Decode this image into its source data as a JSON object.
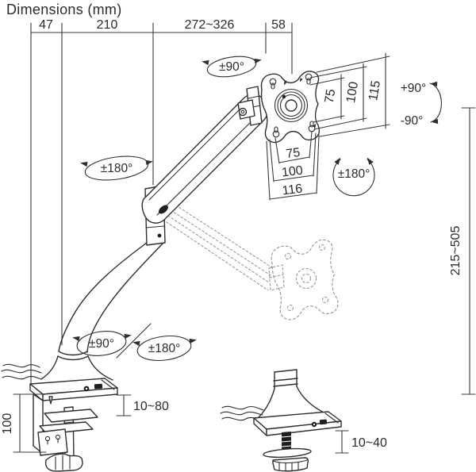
{
  "title": "Dimensions (mm)",
  "top_dimensions": {
    "seg1": "47",
    "seg2": "210",
    "seg3": "272~326",
    "seg4": "58"
  },
  "vesa": {
    "side": {
      "hole_v": "75",
      "hole_v2": "100",
      "plate_h": "115"
    },
    "bottom": {
      "hole": "75",
      "hole2": "100",
      "plate": "116"
    }
  },
  "rotation_labels": {
    "head_swivel": "±90°",
    "monitor_rotate": "±180°",
    "tilt_up": "+90°",
    "tilt_down": "-90°",
    "arm_swivel": "±180°",
    "base_swivel": "±90°",
    "base_rotate": "±180°"
  },
  "height_dimensions": {
    "arm_height_range": "215~505",
    "base_column": "100",
    "clamp_thickness": "10~80",
    "grommet_thickness": "10~40"
  },
  "colors": {
    "line": "#2f2f2f",
    "ghost": "#9a9a9a",
    "text": "#2b2b2b",
    "background": "#ffffff"
  }
}
